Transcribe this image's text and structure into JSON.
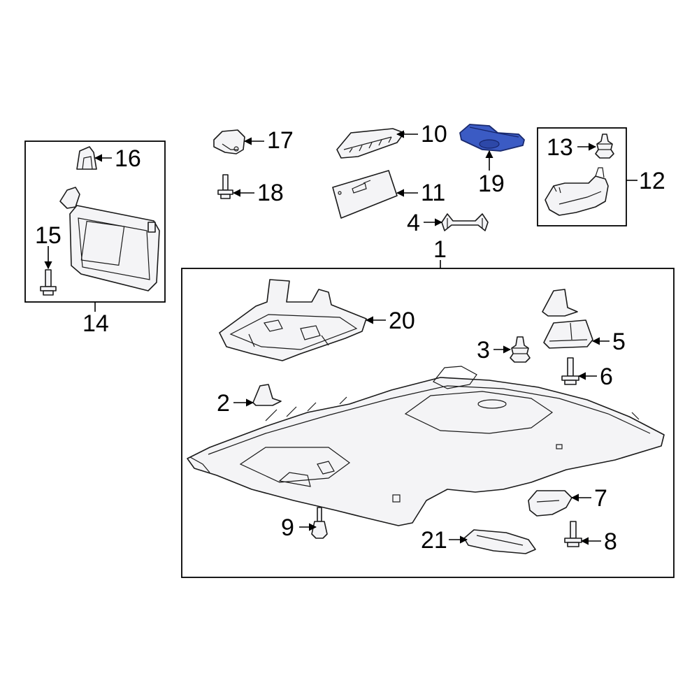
{
  "diagram": {
    "highlight_color": "#3b5bc4",
    "callouts": {
      "c1": "1",
      "c2": "2",
      "c3": "3",
      "c4": "4",
      "c5": "5",
      "c6": "6",
      "c7": "7",
      "c8": "8",
      "c9": "9",
      "c10": "10",
      "c11": "11",
      "c12": "12",
      "c13": "13",
      "c14": "14",
      "c15": "15",
      "c16": "16",
      "c17": "17",
      "c18": "18",
      "c19": "19",
      "c20": "20",
      "c21": "21"
    }
  }
}
